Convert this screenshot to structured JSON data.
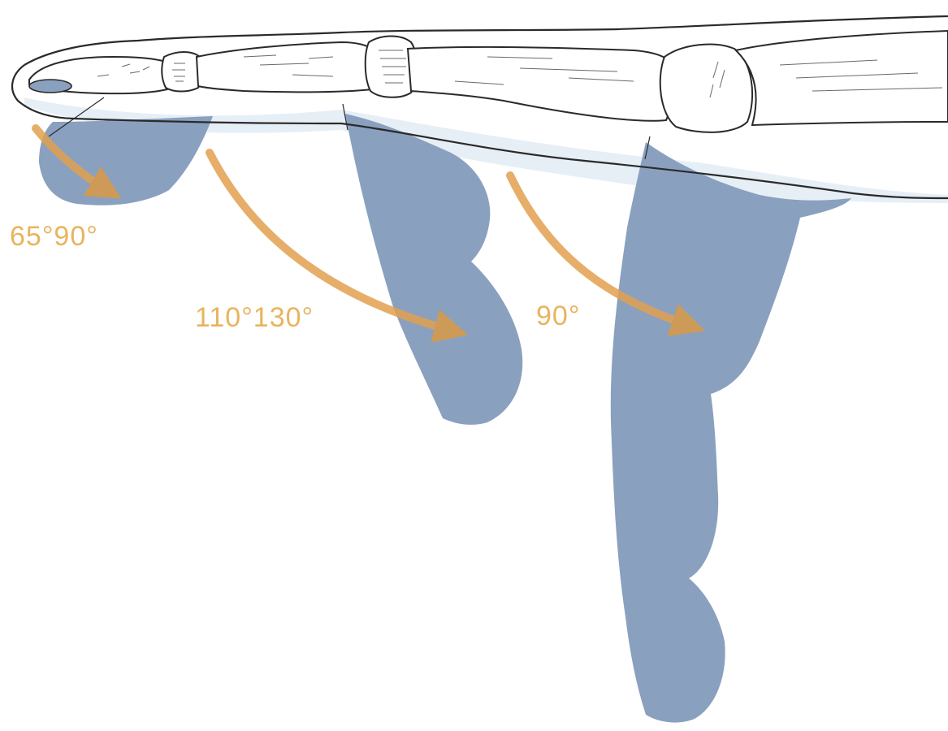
{
  "diagram": {
    "angles": {
      "dip": "65°90°",
      "pip": "110°130°",
      "mcp": "90°"
    },
    "colors": {
      "arrow": "#E2A050",
      "label": "#E8B45E",
      "flexed_segment_fill": "#8AA0BF",
      "bone_outline": "#2A2A2A",
      "soft_tissue_tint": "#D4E2EE",
      "background": "#FFFFFF"
    }
  }
}
